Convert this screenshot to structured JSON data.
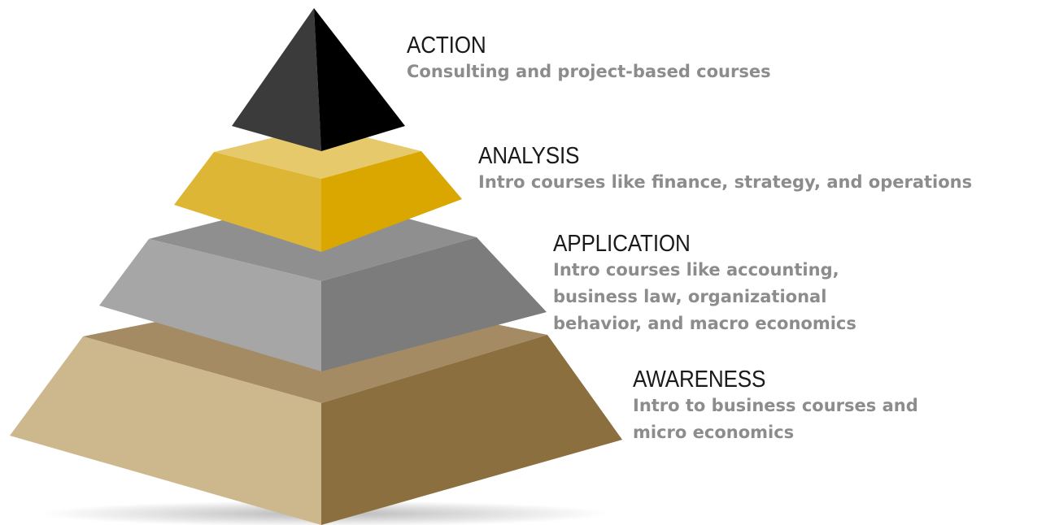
{
  "levels": [
    {
      "title": "ACTION",
      "description": "Consulting and project-based courses",
      "colors": {
        "top": "#4a4a4a",
        "left": "#3b3b3b",
        "right": "#000000"
      }
    },
    {
      "title": "ANALYSIS",
      "description": "Intro courses like finance, strategy, and operations",
      "colors": {
        "top": "#e6c96a",
        "left": "#dcb634",
        "right": "#d9a700"
      }
    },
    {
      "title": "APPLICATION",
      "description": "Intro courses like accounting, business law, organizational behavior, and macro economics",
      "colors": {
        "top": "#8f8f8f",
        "left": "#a6a6a6",
        "right": "#7c7c7c"
      }
    },
    {
      "title": "AWARENESS",
      "description": "Intro to business courses and micro economics",
      "colors": {
        "top": "#a58b64",
        "left": "#cdb88d",
        "right": "#8b6f3f"
      }
    }
  ]
}
